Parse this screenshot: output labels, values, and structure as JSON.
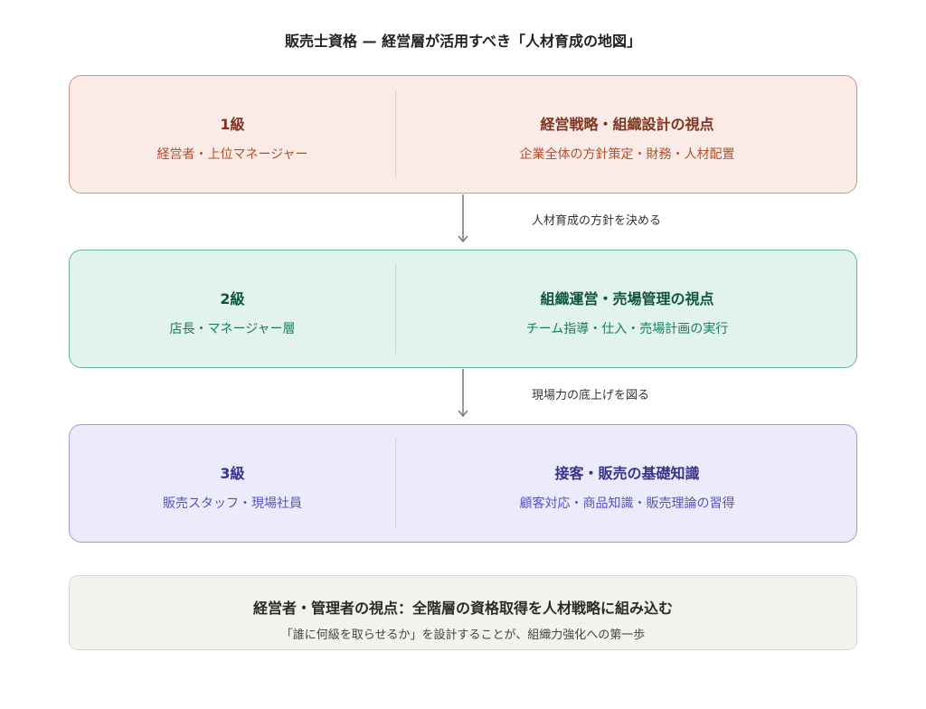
{
  "title": "販売士資格 — 経営層が活用すべき「人材育成の地図」",
  "tiers": [
    {
      "grade": "1級",
      "target": "経営者・上位マネージャー",
      "focus": "経営戦略・組織設計の視点",
      "detail": "企業全体の方針策定・財務・人材配置",
      "bg": "#faebe6",
      "border": "#d59382",
      "title_color": "#7f3420",
      "sub_color": "#b0502f"
    },
    {
      "grade": "2級",
      "target": "店長・マネージャー層",
      "focus": "組織運営・売場管理の視点",
      "detail": "チーム指導・仕入・売場計画の実行",
      "bg": "#e2f3ed",
      "border": "#68b396",
      "title_color": "#0d5540",
      "sub_color": "#1b7a5c"
    },
    {
      "grade": "3級",
      "target": "販売スタッフ・現場社員",
      "focus": "接客・販売の基礎知識",
      "detail": "顧客対応・商品知識・販売理論の習得",
      "bg": "#ecebfc",
      "border": "#9e98e2",
      "title_color": "#3a3288",
      "sub_color": "#5a50c0"
    }
  ],
  "arrows": [
    "人材育成の方針を決める",
    "現場力の底上げを図る"
  ],
  "footer": {
    "heading": "経営者・管理者の視点：全階層の資格取得を人材戦略に組み込む",
    "text": "「誰に何級を取らせるか」を設計することが、組織力強化への第一歩"
  }
}
